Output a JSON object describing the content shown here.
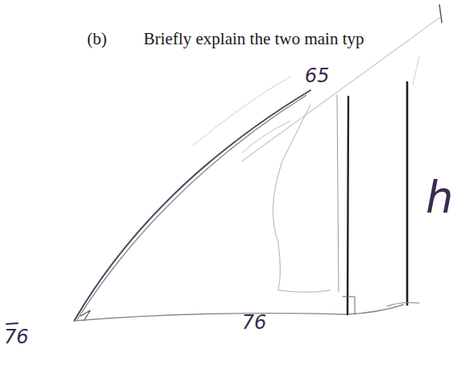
{
  "diagram": {
    "labels": [
      "(b)",
      "Briefly explain the two main typ",
      "65",
      "76",
      "76",
      "h"
    ]
  }
}
